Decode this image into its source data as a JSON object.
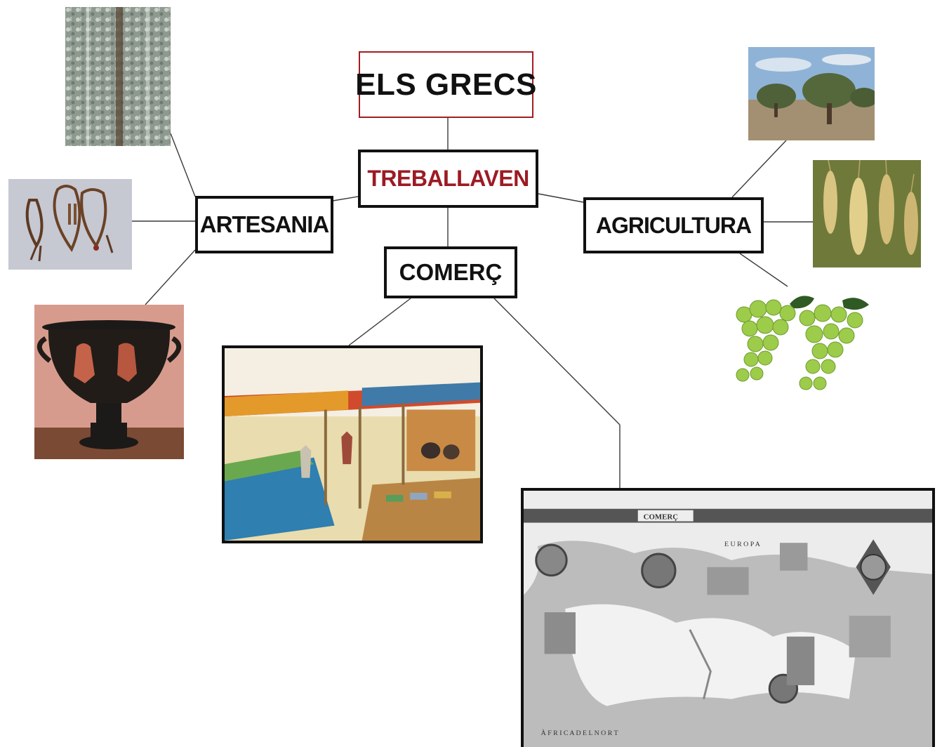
{
  "diagram": {
    "root": {
      "label": "ELS GRECS",
      "color": "#a31d21"
    },
    "hub": {
      "label": "TREBALLAVEN",
      "color": "#9c1b24"
    },
    "branches": [
      {
        "id": "artesania",
        "label": "ARTESANIA"
      },
      {
        "id": "comerc",
        "label": "COMERÇ"
      },
      {
        "id": "agricultura",
        "label": "AGRICULTURA"
      }
    ],
    "images": {
      "artesania": [
        "textile-fabric",
        "bronze-jewelry",
        "red-figure-krater-vase"
      ],
      "comerc": [
        "market-scene-drawing",
        "trade-routes-map"
      ],
      "agricultura": [
        "olive-trees",
        "wheat-field",
        "grape-bunches"
      ]
    },
    "map": {
      "header": "COMERÇ",
      "europe_label": "E U R O P A",
      "africa_label": "À F R I C A   D E L   N O R T"
    }
  }
}
